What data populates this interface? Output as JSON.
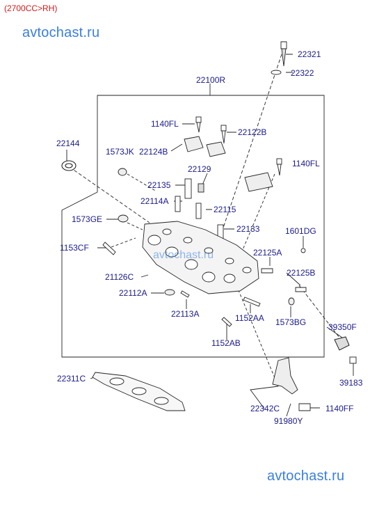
{
  "header": {
    "variant": "(2700CC>RH)"
  },
  "watermarks": {
    "top": "avtochast.ru",
    "middle": "avtochast.ru",
    "bottom": "avtochast.ru"
  },
  "colors": {
    "label": "#1a1a8c",
    "header": "#d11a1a",
    "watermark": "#3a7ee0",
    "line": "#222222"
  },
  "labels": {
    "p22321": "22321",
    "p22322": "22322",
    "p22100R": "22100R",
    "p1140FL_a": "1140FL",
    "p22122B": "22122B",
    "p22144": "22144",
    "p1573JK": "1573JK",
    "p22124B": "22124B",
    "p1140FL_b": "1140FL",
    "p22129": "22129",
    "p22135": "22135",
    "p22114A": "22114A",
    "p22115": "22115",
    "p1573GE": "1573GE",
    "p22133": "22133",
    "p1601DG": "1601DG",
    "p1153CF": "1153CF",
    "p22125A": "22125A",
    "p21126C": "21126C",
    "p22125B": "22125B",
    "p22112A": "22112A",
    "p22113A": "22113A",
    "p1152AA": "1152AA",
    "p1573BG": "1573BG",
    "p39350F": "39350F",
    "p1152AB": "1152AB",
    "p22311C": "22311C",
    "p39183": "39183",
    "p22342C": "22342C",
    "p1140FF": "1140FF",
    "p91980Y": "91980Y"
  }
}
